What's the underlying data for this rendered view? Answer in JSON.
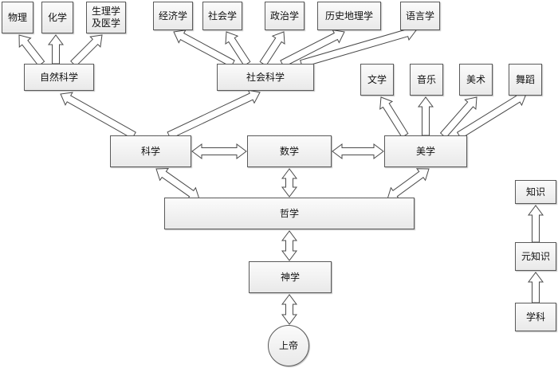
{
  "nodes": {
    "wuli": "物理",
    "huaxue": "化学",
    "shengli": "生理学\n及医学",
    "jingji": "经济学",
    "shehui": "社会学",
    "zhengzhi": "政治学",
    "lishi": "历史地理学",
    "yuyan": "语言学",
    "ziran": "自然科学",
    "shehuikexue": "社会科学",
    "wenxue": "文学",
    "yinyue": "音乐",
    "meishu": "美术",
    "wudao": "舞蹈",
    "kexue": "科学",
    "shuxue": "数学",
    "meixue": "美学",
    "zhexue": "哲学",
    "shenxue": "神学",
    "shangdi": "上帝",
    "zhishi": "知识",
    "yuanzhishi": "元知识",
    "xueke": "学科"
  }
}
